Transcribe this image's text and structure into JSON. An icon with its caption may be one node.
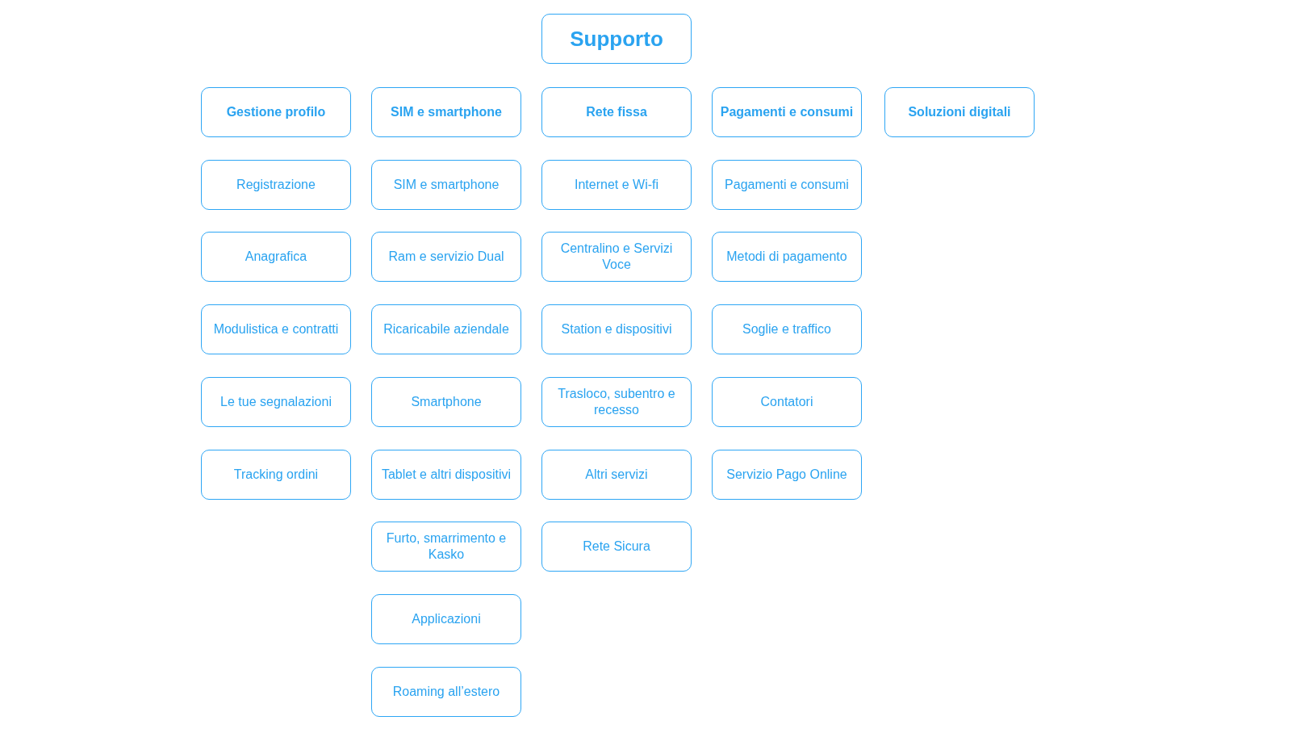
{
  "diagram": {
    "nodes": [
      {
        "text": [
          "Supporto"
        ]
      },
      {
        "text": [
          "Gestione profilo"
        ]
      },
      {
        "text": [
          "Registrazione"
        ]
      },
      {
        "text": [
          "Anagrafica"
        ]
      },
      {
        "text": [
          "Modulistica e contratti"
        ]
      },
      {
        "text": [
          "Le tue segnalazioni"
        ]
      },
      {
        "text": [
          "Tracking ordini"
        ]
      },
      {
        "text": [
          "SIM e smartphone"
        ]
      },
      {
        "text": [
          "SIM e smartphone"
        ]
      },
      {
        "text": [
          "Ram e servizio Dual"
        ]
      },
      {
        "text": [
          "Ricaricabile aziendale"
        ]
      },
      {
        "text": [
          "Smartphone"
        ]
      },
      {
        "text": [
          "Tablet e altri dispositivi"
        ]
      },
      {
        "text": [
          "Furto, smarrimento e Kasko"
        ]
      },
      {
        "text": [
          "Applicazioni"
        ]
      },
      {
        "text": [
          "Roaming all’estero"
        ]
      },
      {
        "text": [
          "Rete fissa"
        ]
      },
      {
        "text": [
          "Internet e Wi-fi"
        ]
      },
      {
        "text": [
          "Centralino e Servizi Voce"
        ]
      },
      {
        "text": [
          "Station e dispositivi"
        ]
      },
      {
        "text": [
          "Trasloco, subentro e recesso"
        ]
      },
      {
        "text": [
          "Altri servizi"
        ]
      },
      {
        "text": [
          "Rete Sicura"
        ]
      },
      {
        "text": [
          "Pagamenti e consumi"
        ]
      },
      {
        "text": [
          "Pagamenti e consumi"
        ]
      },
      {
        "text": [
          "Metodi di pagamento"
        ]
      },
      {
        "text": [
          "Soglie e traffico"
        ]
      },
      {
        "text": [
          "Contatori"
        ]
      },
      {
        "text": [
          "Servizio Pago Online"
        ]
      },
      {
        "text": [
          "Soluzioni digitali"
        ]
      }
    ]
  }
}
